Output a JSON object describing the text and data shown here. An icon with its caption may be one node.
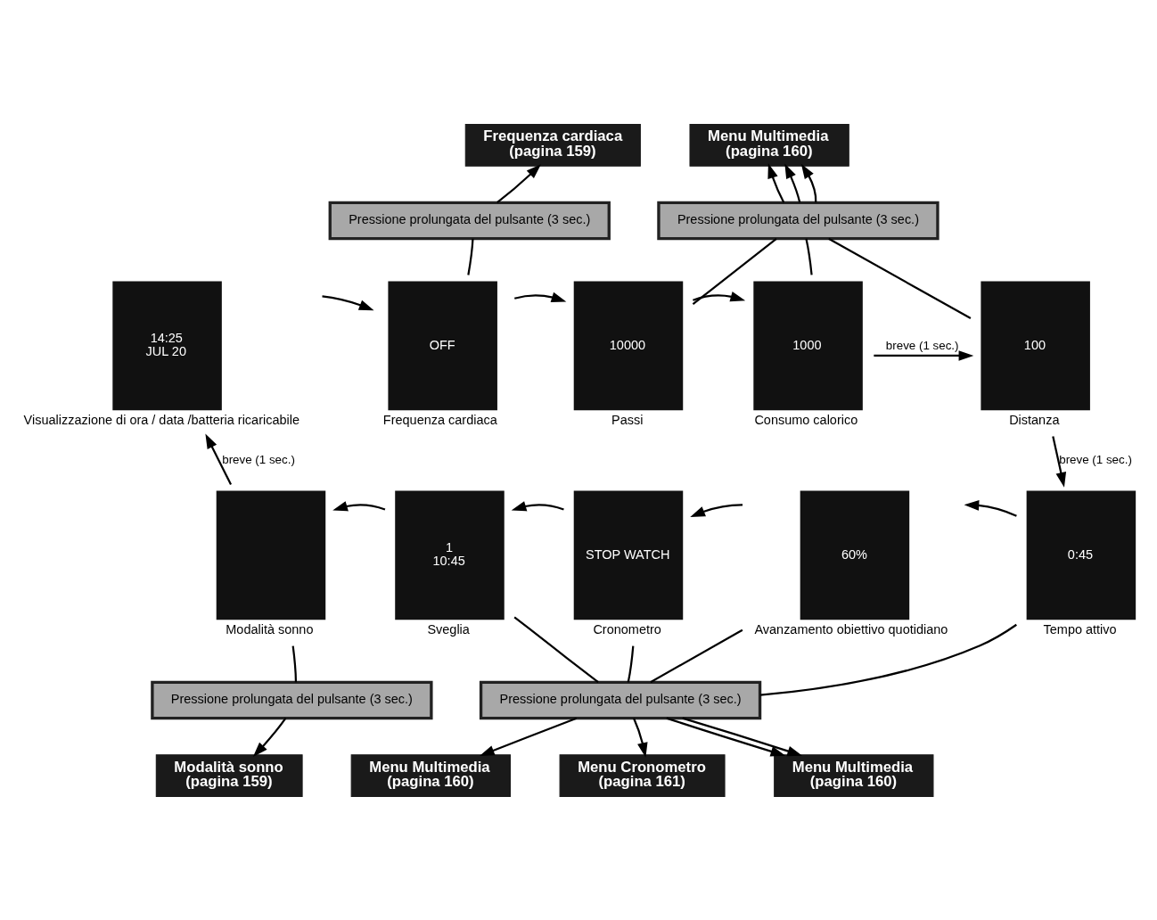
{
  "diagram": {
    "nodes": [
      {
        "text": [
          "Frequenza cardiaca",
          "(pagina 159)"
        ]
      },
      {
        "text": [
          "Menu Multimedia",
          "(pagina 160)"
        ]
      },
      {
        "text": [
          "Pressione prolungata del pulsante (3 sec.)"
        ]
      },
      {
        "text": [
          "Pressione prolungata del pulsante (3 sec.)"
        ]
      },
      {
        "text": [
          "14:25",
          "JUL 20"
        ],
        "beside": [
          "Visualizzazione di ora / data /batteria ricaricabile"
        ]
      },
      {
        "text": [
          "OFF"
        ],
        "beside": [
          "Frequenza cardiaca"
        ]
      },
      {
        "text": [
          "10000"
        ],
        "beside": [
          "Passi"
        ]
      },
      {
        "text": [
          "1000"
        ],
        "beside": [
          "Consumo calorico"
        ]
      },
      {
        "text": [
          "100"
        ],
        "beside": [
          "Distanza"
        ]
      },
      {
        "text": [
          "0:45"
        ],
        "beside": [
          "Tempo attivo"
        ]
      },
      {
        "text": [
          "60%"
        ],
        "beside": [
          "Avanzamento obiettivo quotidiano"
        ]
      },
      {
        "text": [
          "STOP WATCH"
        ],
        "beside": [
          "Cronometro"
        ]
      },
      {
        "text": [
          "1",
          "10:45"
        ],
        "beside": [
          "Sveglia"
        ]
      },
      {
        "text": [],
        "shape": "box",
        "beside": [
          "Modalità sonno"
        ]
      },
      {
        "text": [
          "Pressione prolungata del pulsante (3 sec.)"
        ]
      },
      {
        "text": [
          "Pressione prolungata del pulsante (3 sec.)"
        ]
      },
      {
        "text": [
          "Modalità sonno",
          "(pagina 159)"
        ]
      },
      {
        "text": [
          "Menu Multimedia",
          "(pagina 160)"
        ]
      },
      {
        "text": [
          "Menu Cronometro",
          "(pagina 161)"
        ]
      },
      {
        "text": [
          "Menu Multimedia",
          "(pagina 160)"
        ]
      }
    ],
    "edges": [
      {
        "from": 4,
        "to": 5,
        "arrow": "to"
      },
      {
        "from": 5,
        "to": 6,
        "arrow": "to"
      },
      {
        "from": 6,
        "to": 7,
        "arrow": "to"
      },
      {
        "from": 7,
        "to": 8,
        "arrow": "to",
        "label": "breve (1 sec.)"
      },
      {
        "from": 8,
        "to": 9,
        "arrow": "to",
        "label": "breve (1 sec.)"
      },
      {
        "from": 9,
        "to": 10,
        "arrow": "to"
      },
      {
        "from": 10,
        "to": 11,
        "arrow": "to"
      },
      {
        "from": 11,
        "to": 12,
        "arrow": "to"
      },
      {
        "from": 12,
        "to": 13,
        "arrow": "to"
      },
      {
        "from": 13,
        "to": 4,
        "arrow": "to",
        "label": "breve (1 sec.)"
      },
      {
        "from": 5,
        "to": 2,
        "arrow": "none"
      },
      {
        "from": 2,
        "to": 0,
        "arrow": "to"
      },
      {
        "from": 6,
        "to": 3,
        "arrow": "none"
      },
      {
        "from": 7,
        "to": 3,
        "arrow": "none"
      },
      {
        "from": 8,
        "to": 3,
        "arrow": "none"
      },
      {
        "from": 3,
        "to": 1,
        "arrow": "to"
      },
      {
        "from": 3,
        "to": 1,
        "arrow": "to"
      },
      {
        "from": 3,
        "to": 1,
        "arrow": "to"
      },
      {
        "from": 13,
        "to": 14,
        "arrow": "none"
      },
      {
        "from": 14,
        "to": 16,
        "arrow": "to"
      },
      {
        "from": 12,
        "to": 15,
        "arrow": "none"
      },
      {
        "from": 11,
        "to": 15,
        "arrow": "none"
      },
      {
        "from": 10,
        "to": 15,
        "arrow": "none"
      },
      {
        "from": 9,
        "to": 15,
        "arrow": "none"
      },
      {
        "from": 15,
        "to": 17,
        "arrow": "to"
      },
      {
        "from": 15,
        "to": 18,
        "arrow": "to"
      },
      {
        "from": 15,
        "to": 19,
        "arrow": "to"
      },
      {
        "from": 15,
        "to": 19,
        "arrow": "to"
      }
    ]
  }
}
